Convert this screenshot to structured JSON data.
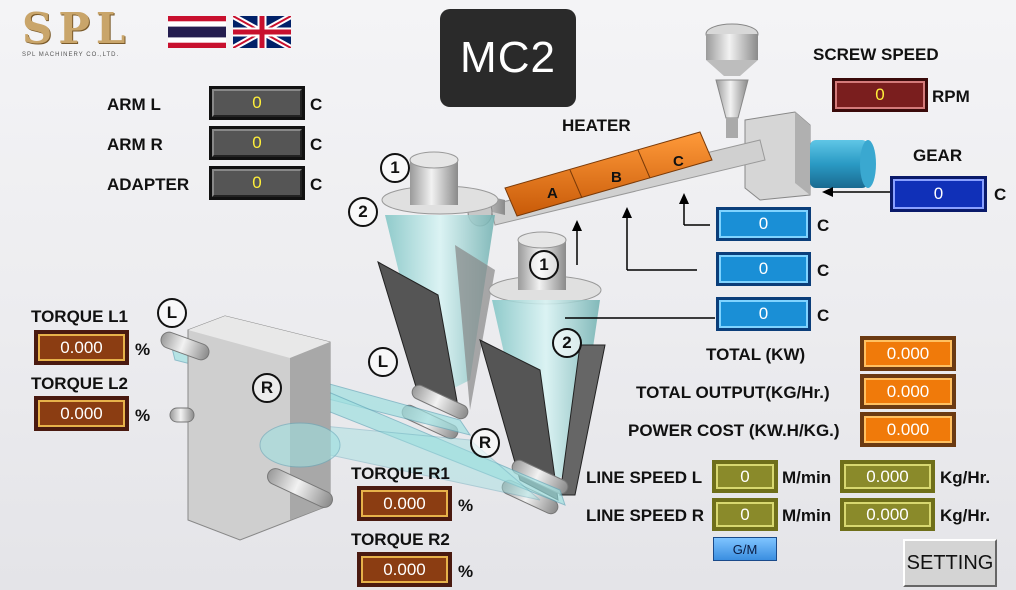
{
  "brand": {
    "name": "SPL",
    "subtitle": "SPL MACHINERY CO.,LTD."
  },
  "flags": [
    {
      "name": "thailand-flag-icon"
    },
    {
      "name": "uk-flag-icon"
    }
  ],
  "title": "MC2",
  "arm_l": {
    "label": "ARM L",
    "value": "0",
    "unit": "C"
  },
  "arm_r": {
    "label": "ARM R",
    "value": "0",
    "unit": "C"
  },
  "adapter": {
    "label": "ADAPTER",
    "value": "0",
    "unit": "C"
  },
  "screw_speed": {
    "label": "SCREW SPEED",
    "value": "0",
    "unit": "RPM"
  },
  "heater": {
    "label": "HEATER",
    "zones": [
      "A",
      "B",
      "C"
    ]
  },
  "gear": {
    "label": "GEAR",
    "value": "0",
    "unit": "C"
  },
  "zone_temps": [
    {
      "value": "0",
      "unit": "C"
    },
    {
      "value": "0",
      "unit": "C"
    },
    {
      "value": "0",
      "unit": "C"
    }
  ],
  "torque_l1": {
    "label": "TORQUE L1",
    "value": "0.000",
    "unit": "%"
  },
  "torque_l2": {
    "label": "TORQUE L2",
    "value": "0.000",
    "unit": "%"
  },
  "torque_r1": {
    "label": "TORQUE R1",
    "value": "0.000",
    "unit": "%"
  },
  "torque_r2": {
    "label": "TORQUE R2",
    "value": "0.000",
    "unit": "%"
  },
  "total_kw": {
    "label": "TOTAL (KW)",
    "value": "0.000"
  },
  "total_output": {
    "label": "TOTAL OUTPUT(KG/Hr.)",
    "value": "0.000"
  },
  "power_cost": {
    "label": "POWER COST (KW.H/KG.)",
    "value": "0.000"
  },
  "line_speed_l": {
    "label": "LINE SPEED L",
    "speed": "0",
    "speed_unit": "M/min",
    "rate": "0.000",
    "rate_unit": "Kg/Hr."
  },
  "line_speed_r": {
    "label": "LINE SPEED R",
    "speed": "0",
    "speed_unit": "M/min",
    "rate": "0.000",
    "rate_unit": "Kg/Hr."
  },
  "markers": {
    "one": "1",
    "two": "2",
    "left": "L",
    "right": "R"
  },
  "buttons": {
    "gm": "G/M",
    "setting": "SETTING"
  }
}
